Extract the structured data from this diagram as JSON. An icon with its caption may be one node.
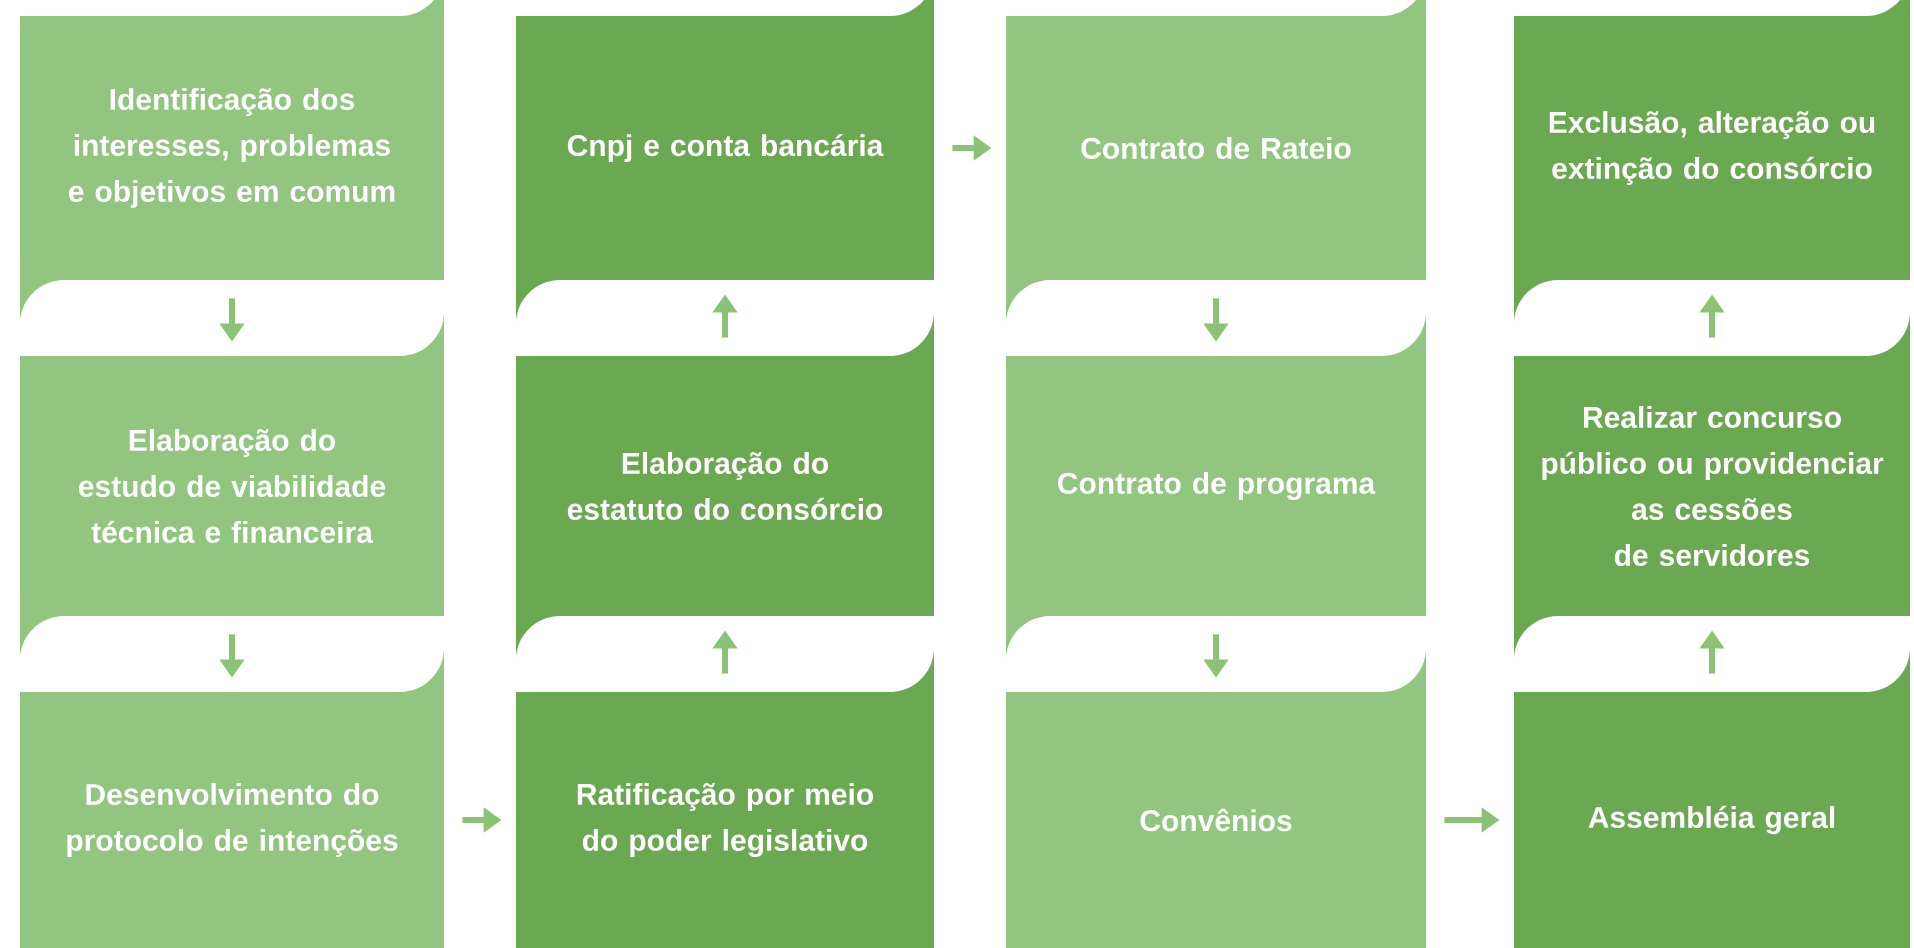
{
  "diagram": {
    "nodes": [
      {
        "text": [
          "Identificação dos interesses, problemas e objetivos em comum"
        ]
      },
      {
        "text": [
          "Cnpj e conta bancária"
        ]
      },
      {
        "text": [
          "Contrato de Rateio"
        ]
      },
      {
        "text": [
          "Exclusão, alteração ou extinção do consórcio"
        ]
      },
      {
        "text": [
          "Elaboração do estudo de viabilidade técnica e financeira"
        ]
      },
      {
        "text": [
          "Elaboração do estatuto do consórcio"
        ]
      },
      {
        "text": [
          "Contrato de programa"
        ]
      },
      {
        "text": [
          "Realizar concurso público ou providenciar as cessões de servidores"
        ]
      },
      {
        "text": [
          "Desenvolvimento do protocolo de intenções"
        ]
      },
      {
        "text": [
          "Ratificação por meio do poder legislativo"
        ]
      },
      {
        "text": [
          "Convênios"
        ]
      },
      {
        "text": [
          "Assembléia geral"
        ]
      }
    ],
    "edges": [
      {
        "from": 0,
        "to": 4,
        "arrow": "to"
      },
      {
        "from": 4,
        "to": 8,
        "arrow": "to"
      },
      {
        "from": 8,
        "to": 9,
        "arrow": "to"
      },
      {
        "from": 9,
        "to": 5,
        "arrow": "to"
      },
      {
        "from": 5,
        "to": 1,
        "arrow": "to"
      },
      {
        "from": 1,
        "to": 2,
        "arrow": "to"
      },
      {
        "from": 2,
        "to": 6,
        "arrow": "to"
      },
      {
        "from": 6,
        "to": 10,
        "arrow": "to"
      },
      {
        "from": 10,
        "to": 11,
        "arrow": "to"
      },
      {
        "from": 11,
        "to": 7,
        "arrow": "to"
      },
      {
        "from": 7,
        "to": 3,
        "arrow": "to"
      }
    ]
  }
}
